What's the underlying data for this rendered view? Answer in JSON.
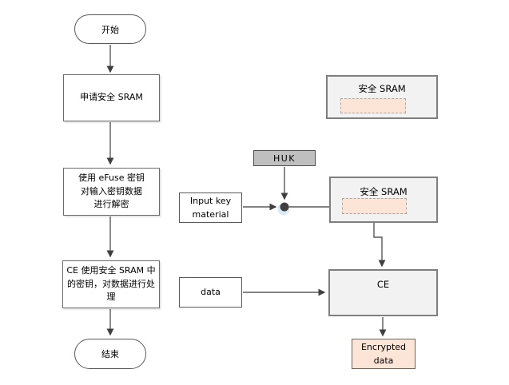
{
  "colors": {
    "container_fill": "#f2f2f2",
    "container_border": "#7f7f7f",
    "huk_fill": "#bfbfbf",
    "key_slot_fill": "#fce4d6",
    "key_slot_border_dashed": "#ada49b",
    "connector_line": "#595959",
    "arrowhead": "#404040",
    "junction_glow": "#bdd7ee"
  },
  "flowchart": {
    "start_label": "开始",
    "steps": [
      {
        "label": "申请安全 SRAM"
      },
      {
        "label": "使用 eFuse 密钥\n对输入密钥数据\n进行解密"
      },
      {
        "label": "CE 使用安全 SRAM 中\n的密钥，对数据进行处\n理"
      }
    ],
    "end_label": "结束"
  },
  "diagram": {
    "legend_sram_title": "安全 SRAM",
    "huk_label": "HUK",
    "input_key_label": "Input key\nmaterial",
    "sram_title": "安全 SRAM",
    "ce_label": "CE",
    "data_label": "data",
    "encrypted_label": "Encrypted\ndata"
  }
}
